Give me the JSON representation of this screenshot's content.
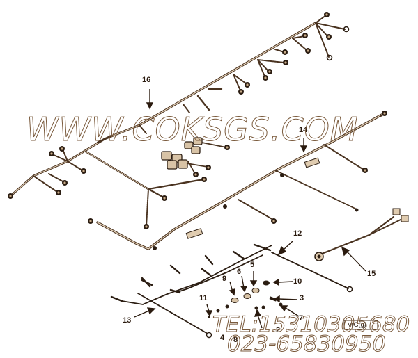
{
  "diagram": {
    "type": "exploded parts view - engine wiring harness",
    "colors": {
      "wire": "#4a3320",
      "wire_light": "#c8ab88",
      "connector": "#2b1d12",
      "callout_text": "#2a1a0e",
      "watermark_outline": "#7a5a3c",
      "background": "#ffffff"
    },
    "callouts": [
      {
        "id": "16",
        "label": "16"
      },
      {
        "id": "14",
        "label": "14"
      },
      {
        "id": "12",
        "label": "12"
      },
      {
        "id": "15",
        "label": "15"
      },
      {
        "id": "13",
        "label": "13"
      },
      {
        "id": "11",
        "label": "11"
      },
      {
        "id": "10",
        "label": "10"
      },
      {
        "id": "9",
        "label": "9"
      },
      {
        "id": "6",
        "label": "6"
      },
      {
        "id": "5",
        "label": "5"
      },
      {
        "id": "3",
        "label": "3"
      },
      {
        "id": "7",
        "label": "7"
      },
      {
        "id": "2",
        "label": "2"
      },
      {
        "id": "4",
        "label": "4"
      },
      {
        "id": "8",
        "label": "8"
      }
    ],
    "stamp_label": "VrG(g)"
  },
  "watermark": {
    "url": "WWW.COKSGS.COM",
    "tel": "TEL:15310305680",
    "phone": "023-65830950"
  }
}
